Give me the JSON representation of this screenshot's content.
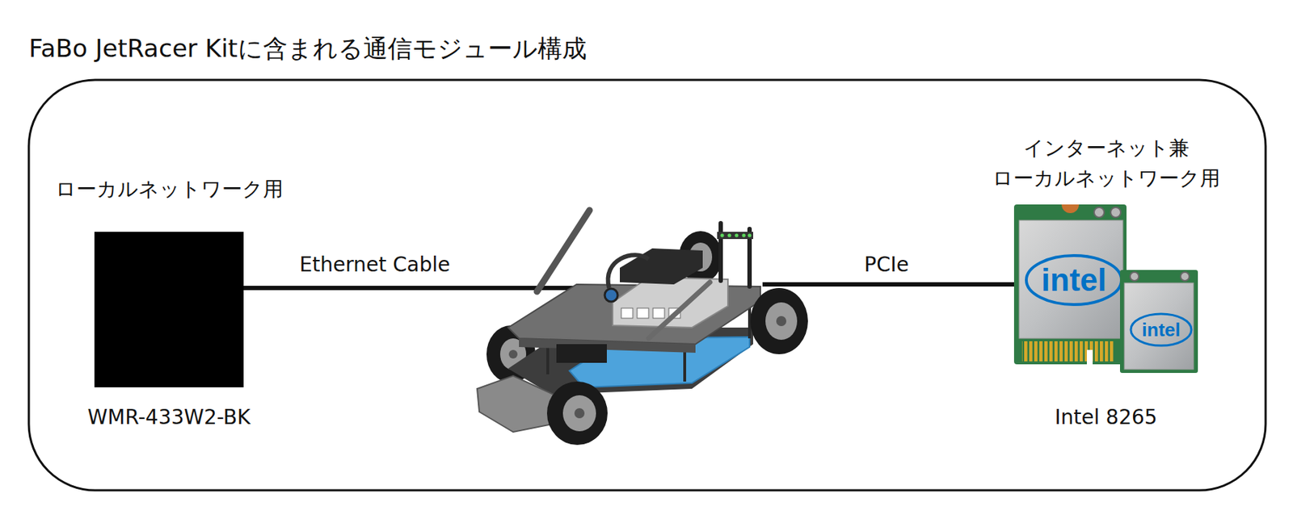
{
  "diagram": {
    "title": "FaBo JetRacer Kitに含まれる通信モジュール構成",
    "nodes": [
      {
        "text": [
          "ローカルネットワーク用",
          "WMR-433W2-BK"
        ]
      },
      {
        "text": []
      },
      {
        "text": [
          "インターネット兼 ローカルネットワーク用",
          "Intel 8265"
        ]
      }
    ],
    "edges": [
      {
        "from": 0,
        "to": 1,
        "label": "Ethernet Cable",
        "arrow": "none"
      },
      {
        "from": 1,
        "to": 2,
        "label": "PCIe",
        "arrow": "none"
      }
    ],
    "labels": [
      "intel",
      "intel"
    ]
  }
}
